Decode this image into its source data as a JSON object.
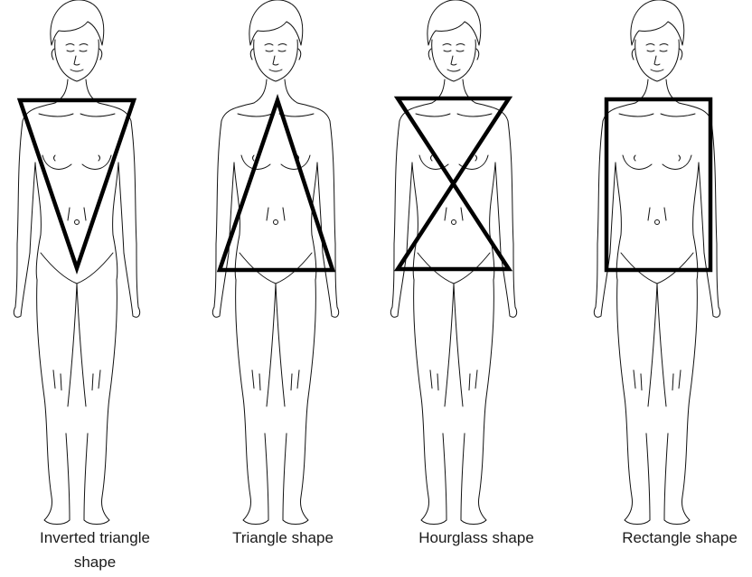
{
  "figure": {
    "line_color": "#111111",
    "shape_color": "#000000",
    "background": "#ffffff"
  },
  "figures": [
    {
      "caption_line1": "Inverted triangle",
      "caption_line2": "shape",
      "shape": "inverted-triangle"
    },
    {
      "caption_line1": "Triangle shape",
      "caption_line2": "",
      "shape": "triangle"
    },
    {
      "caption_line1": "Hourglass shape",
      "caption_line2": "",
      "shape": "hourglass"
    },
    {
      "caption_line1": "Rectangle shape",
      "caption_line2": "",
      "shape": "rectangle"
    }
  ]
}
